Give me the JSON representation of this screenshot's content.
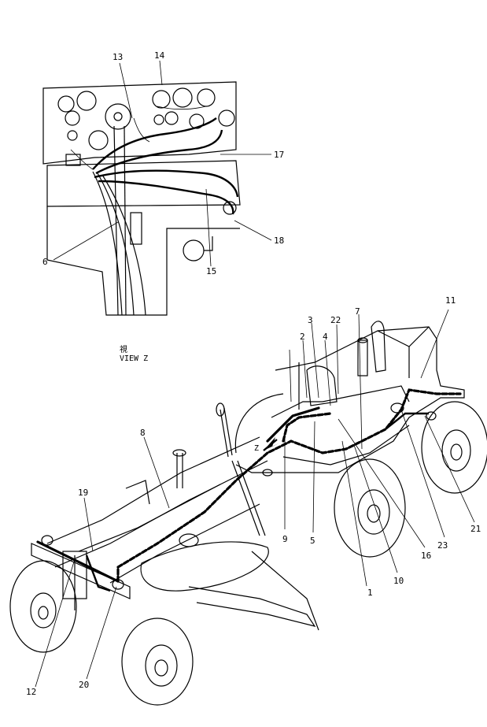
{
  "view_label": {
    "kanji": "視",
    "text": "VIEW Z"
  },
  "arrow_letter": "Z",
  "callouts": [
    "1",
    "2",
    "3",
    "4",
    "5",
    "6",
    "7",
    "8",
    "9",
    "10",
    "11",
    "12",
    "13",
    "14",
    "15",
    "16",
    "17",
    "18",
    "19",
    "20",
    "21",
    "22",
    "23"
  ],
  "colors": {
    "ink": "#000000",
    "paper": "#ffffff"
  }
}
